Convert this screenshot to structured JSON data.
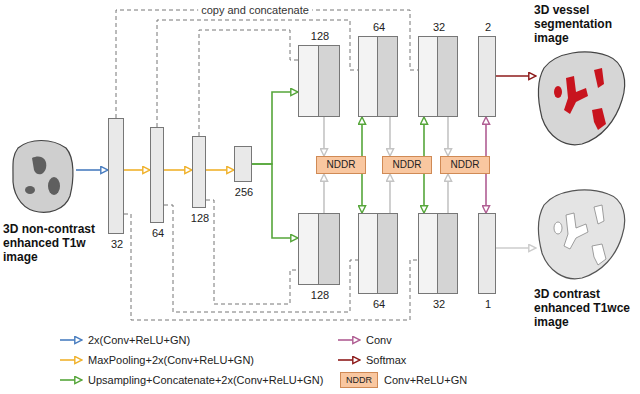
{
  "diagram": {
    "nodes": [
      {
        "text": [
          "3D non-contrast enhanced T1w image"
        ]
      },
      {
        "text": [
          "32"
        ]
      },
      {
        "text": [
          "64"
        ]
      },
      {
        "text": [
          "128"
        ]
      },
      {
        "text": [
          "256"
        ]
      },
      {
        "text": [
          "128"
        ]
      },
      {
        "text": [
          "128"
        ]
      },
      {
        "text": [
          "NDDR"
        ]
      },
      {
        "text": [
          "64"
        ]
      },
      {
        "text": [
          "64"
        ]
      },
      {
        "text": [
          "NDDR"
        ]
      },
      {
        "text": [
          "32"
        ]
      },
      {
        "text": [
          "32"
        ]
      },
      {
        "text": [
          "NDDR"
        ]
      },
      {
        "text": [
          "2"
        ]
      },
      {
        "text": [
          "1"
        ]
      },
      {
        "text": [
          "3D vessel segmentation image"
        ]
      },
      {
        "text": [
          "3D contrast enhanced T1wce image"
        ]
      }
    ],
    "edges": [
      {
        "from": 0,
        "to": 1,
        "arrow": "to"
      },
      {
        "from": 1,
        "to": 2,
        "arrow": "to"
      },
      {
        "from": 2,
        "to": 3,
        "arrow": "to"
      },
      {
        "from": 3,
        "to": 4,
        "arrow": "to"
      },
      {
        "from": 4,
        "to": 5,
        "arrow": "to"
      },
      {
        "from": 4,
        "to": 6,
        "arrow": "to"
      },
      {
        "from": 5,
        "to": 7,
        "arrow": "to"
      },
      {
        "from": 6,
        "to": 7,
        "arrow": "to"
      },
      {
        "from": 7,
        "to": 8,
        "arrow": "to"
      },
      {
        "from": 7,
        "to": 9,
        "arrow": "to"
      },
      {
        "from": 8,
        "to": 10,
        "arrow": "to"
      },
      {
        "from": 9,
        "to": 10,
        "arrow": "to"
      },
      {
        "from": 10,
        "to": 11,
        "arrow": "to"
      },
      {
        "from": 10,
        "to": 12,
        "arrow": "to"
      },
      {
        "from": 11,
        "to": 13,
        "arrow": "to"
      },
      {
        "from": 12,
        "to": 13,
        "arrow": "to"
      },
      {
        "from": 13,
        "to": 14,
        "arrow": "to"
      },
      {
        "from": 13,
        "to": 15,
        "arrow": "to"
      },
      {
        "from": 14,
        "to": 16,
        "arrow": "to"
      },
      {
        "from": 15,
        "to": 17,
        "arrow": "to"
      },
      {
        "from": 1,
        "to": 11,
        "arrow": "none"
      },
      {
        "from": 1,
        "to": 12,
        "arrow": "none"
      },
      {
        "from": 2,
        "to": 8,
        "arrow": "none"
      },
      {
        "from": 2,
        "to": 9,
        "arrow": "none"
      },
      {
        "from": 3,
        "to": 5,
        "arrow": "none"
      },
      {
        "from": 3,
        "to": 6,
        "arrow": "none"
      }
    ],
    "labels": [
      "copy and concatenate",
      "NDDR"
    ],
    "legend": [
      {
        "text": "2x(Conv+ReLU+GN)"
      },
      {
        "text": "MaxPooling+2x(Conv+ReLU+GN)"
      },
      {
        "text": "Upsampling+Concatenate+2x(Conv+ReLU+GN)"
      },
      {
        "text": "Conv"
      },
      {
        "text": "Softmax"
      },
      {
        "text": "Conv+ReLU+GN",
        "color": "#f9c7a0"
      }
    ]
  }
}
